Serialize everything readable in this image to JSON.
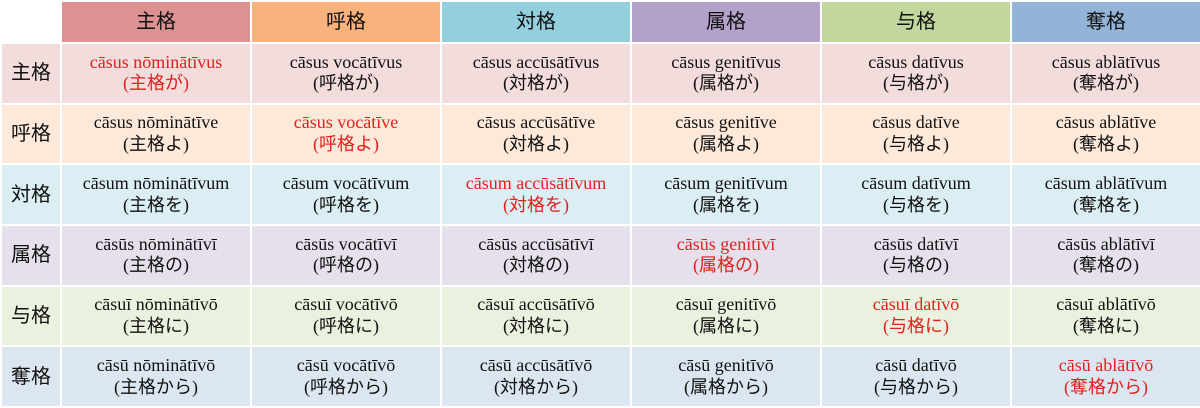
{
  "colors": {
    "header": [
      "#dc9292",
      "#f9b27c",
      "#93cfdd",
      "#b2a1c8",
      "#c2d69e",
      "#94b4d7"
    ],
    "row": [
      "#f2dcdc",
      "#fde9da",
      "#dbeef3",
      "#e5e0ec",
      "#ebf1df",
      "#dce6f1"
    ],
    "highlight": "#e0211d"
  },
  "columns": [
    "主格",
    "呼格",
    "対格",
    "属格",
    "与格",
    "奪格"
  ],
  "rows": [
    {
      "label": "主格",
      "cells": [
        {
          "latin": "cāsus nōminātīvus",
          "jp": "(主格が)"
        },
        {
          "latin": "cāsus vocātīvus",
          "jp": "(呼格が)"
        },
        {
          "latin": "cāsus accūsātīvus",
          "jp": "(対格が)"
        },
        {
          "latin": "cāsus genitīvus",
          "jp": "(属格が)"
        },
        {
          "latin": "cāsus datīvus",
          "jp": "(与格が)"
        },
        {
          "latin": "cāsus ablātīvus",
          "jp": "(奪格が)"
        }
      ]
    },
    {
      "label": "呼格",
      "cells": [
        {
          "latin": "cāsus nōminātīve",
          "jp": "(主格よ)"
        },
        {
          "latin": "cāsus vocātīve",
          "jp": "(呼格よ)"
        },
        {
          "latin": "cāsus accūsātīve",
          "jp": "(対格よ)"
        },
        {
          "latin": "cāsus genitīve",
          "jp": "(属格よ)"
        },
        {
          "latin": "cāsus datīve",
          "jp": "(与格よ)"
        },
        {
          "latin": "cāsus ablātīve",
          "jp": "(奪格よ)"
        }
      ]
    },
    {
      "label": "対格",
      "cells": [
        {
          "latin": "cāsum nōminātīvum",
          "jp": "(主格を)"
        },
        {
          "latin": "cāsum vocātīvum",
          "jp": "(呼格を)"
        },
        {
          "latin": "cāsum accūsātīvum",
          "jp": "(対格を)"
        },
        {
          "latin": "cāsum genitīvum",
          "jp": "(属格を)"
        },
        {
          "latin": "cāsum datīvum",
          "jp": "(与格を)"
        },
        {
          "latin": "cāsum ablātīvum",
          "jp": "(奪格を)"
        }
      ]
    },
    {
      "label": "属格",
      "cells": [
        {
          "latin": "cāsūs nōminātīvī",
          "jp": "(主格の)"
        },
        {
          "latin": "cāsūs vocātīvī",
          "jp": "(呼格の)"
        },
        {
          "latin": "cāsūs accūsātīvī",
          "jp": "(対格の)"
        },
        {
          "latin": "cāsūs genitīvī",
          "jp": "(属格の)"
        },
        {
          "latin": "cāsūs datīvī",
          "jp": "(与格の)"
        },
        {
          "latin": "cāsūs ablātīvī",
          "jp": "(奪格の)"
        }
      ]
    },
    {
      "label": "与格",
      "cells": [
        {
          "latin": "cāsuī nōminātīvō",
          "jp": "(主格に)"
        },
        {
          "latin": "cāsuī vocātīvō",
          "jp": "(呼格に)"
        },
        {
          "latin": "cāsuī accūsātīvō",
          "jp": "(対格に)"
        },
        {
          "latin": "cāsuī genitīvō",
          "jp": "(属格に)"
        },
        {
          "latin": "cāsuī datīvō",
          "jp": "(与格に)"
        },
        {
          "latin": "cāsuī ablātīvō",
          "jp": "(奪格に)"
        }
      ]
    },
    {
      "label": "奪格",
      "cells": [
        {
          "latin": "cāsū nōminātīvō",
          "jp": "(主格から)"
        },
        {
          "latin": "cāsū vocātīvō",
          "jp": "(呼格から)"
        },
        {
          "latin": "cāsū accūsātīvō",
          "jp": "(対格から)"
        },
        {
          "latin": "cāsū genitīvō",
          "jp": "(属格から)"
        },
        {
          "latin": "cāsū datīvō",
          "jp": "(与格から)"
        },
        {
          "latin": "cāsū ablātīvō",
          "jp": "(奪格から)"
        }
      ]
    }
  ]
}
